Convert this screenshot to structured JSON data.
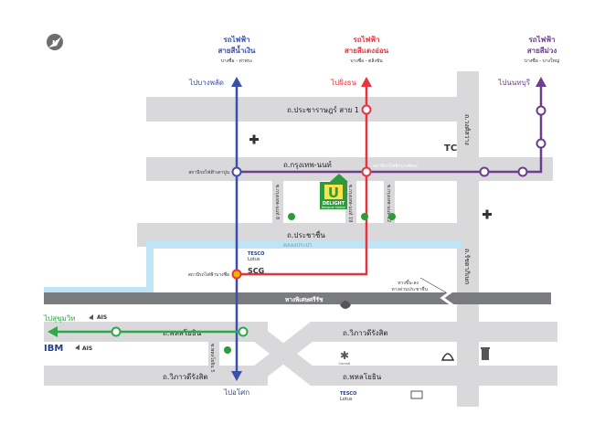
{
  "compass": {
    "letter": "N"
  },
  "lines": {
    "blue": {
      "title": "รถไฟฟ้า",
      "subtitle": "สายสีน้ำเงิน",
      "sub2": "บางซื่อ - ท่าพระ",
      "dest_top": "ไปบางพลัด",
      "dest_bottom": "ไปอโศก",
      "color": "#3a4fa8"
    },
    "red": {
      "title": "รถไฟฟ้า",
      "subtitle": "สายสีแดงอ่อน",
      "sub2": "บางซื่อ - ตลิ่งชัน",
      "dest_top": "ไปฝั่งธน",
      "color": "#e8343f"
    },
    "purple": {
      "title": "รถไฟฟ้า",
      "subtitle": "สายสีม่วง",
      "sub2": "บางซื่อ - บางใหญ่",
      "dest_top": "ไปนนทบุรี",
      "color": "#6b3f8c"
    },
    "green": {
      "dest_left": "ไปสุขุมวิท",
      "color": "#2ea84a"
    }
  },
  "roads": {
    "pracharat_sai1": "ถ.ประชาราษฎร์ สาย 1",
    "krungthep_nonthaburi": "ถ.กรุงเทพ-นนท์",
    "pracha_chuen": "ถ.ประชาชื่น",
    "wongsawang": "ถ.วงศ์สว่าง",
    "ratchadaphisek": "ถ.รัชดาภิเษก",
    "phahonyothin_left": "ถ.พหลโยธิน",
    "wiphawadi_right": "ถ.วิภาวดีรังสิต",
    "wiphawadi_bottom": "ถ.วิภาวดีรังสิต",
    "phahonyothin_bottom": "ถ.พหลโยธิน",
    "expressway": "ทางพิเศษศรีรัช",
    "canal": "คลองประปา",
    "soi_8": "ซ.กรุงเทพ-นนท์ 8",
    "soi_19": "ซ.กรุงเทพ-นนท์ 19",
    "soi_22": "ซ.กรุงเทพ-นนท์ 22",
    "soi_phahon": "ซ.พหลโยธิน 5",
    "ramp_note_1": "ทางขึ้น-ลง",
    "ramp_note_2": "ทางด่วนประชาชื่น"
  },
  "stations": {
    "tao_poon": "สถานีรถไฟฟ้าเตาปูน",
    "bang_son": "สถานีรถไฟฟ้าบางซ่อน",
    "bang_sue": "สถานีรถไฟฟ้าบางซื่อ"
  },
  "landmarks": {
    "project_letter": "U",
    "project_name": "DELIGHT",
    "project_sub": "Bangsue Station",
    "tesco_1": "TESCO",
    "tesco_1b": "Lotus",
    "scg": "SCG",
    "ais_1": "AIS",
    "ais_2": "AIS",
    "ibm": "IBM",
    "tesco_2": "TESCO",
    "tesco_2b": "Lotus",
    "central": "Central",
    "logo_tc": "TC"
  }
}
